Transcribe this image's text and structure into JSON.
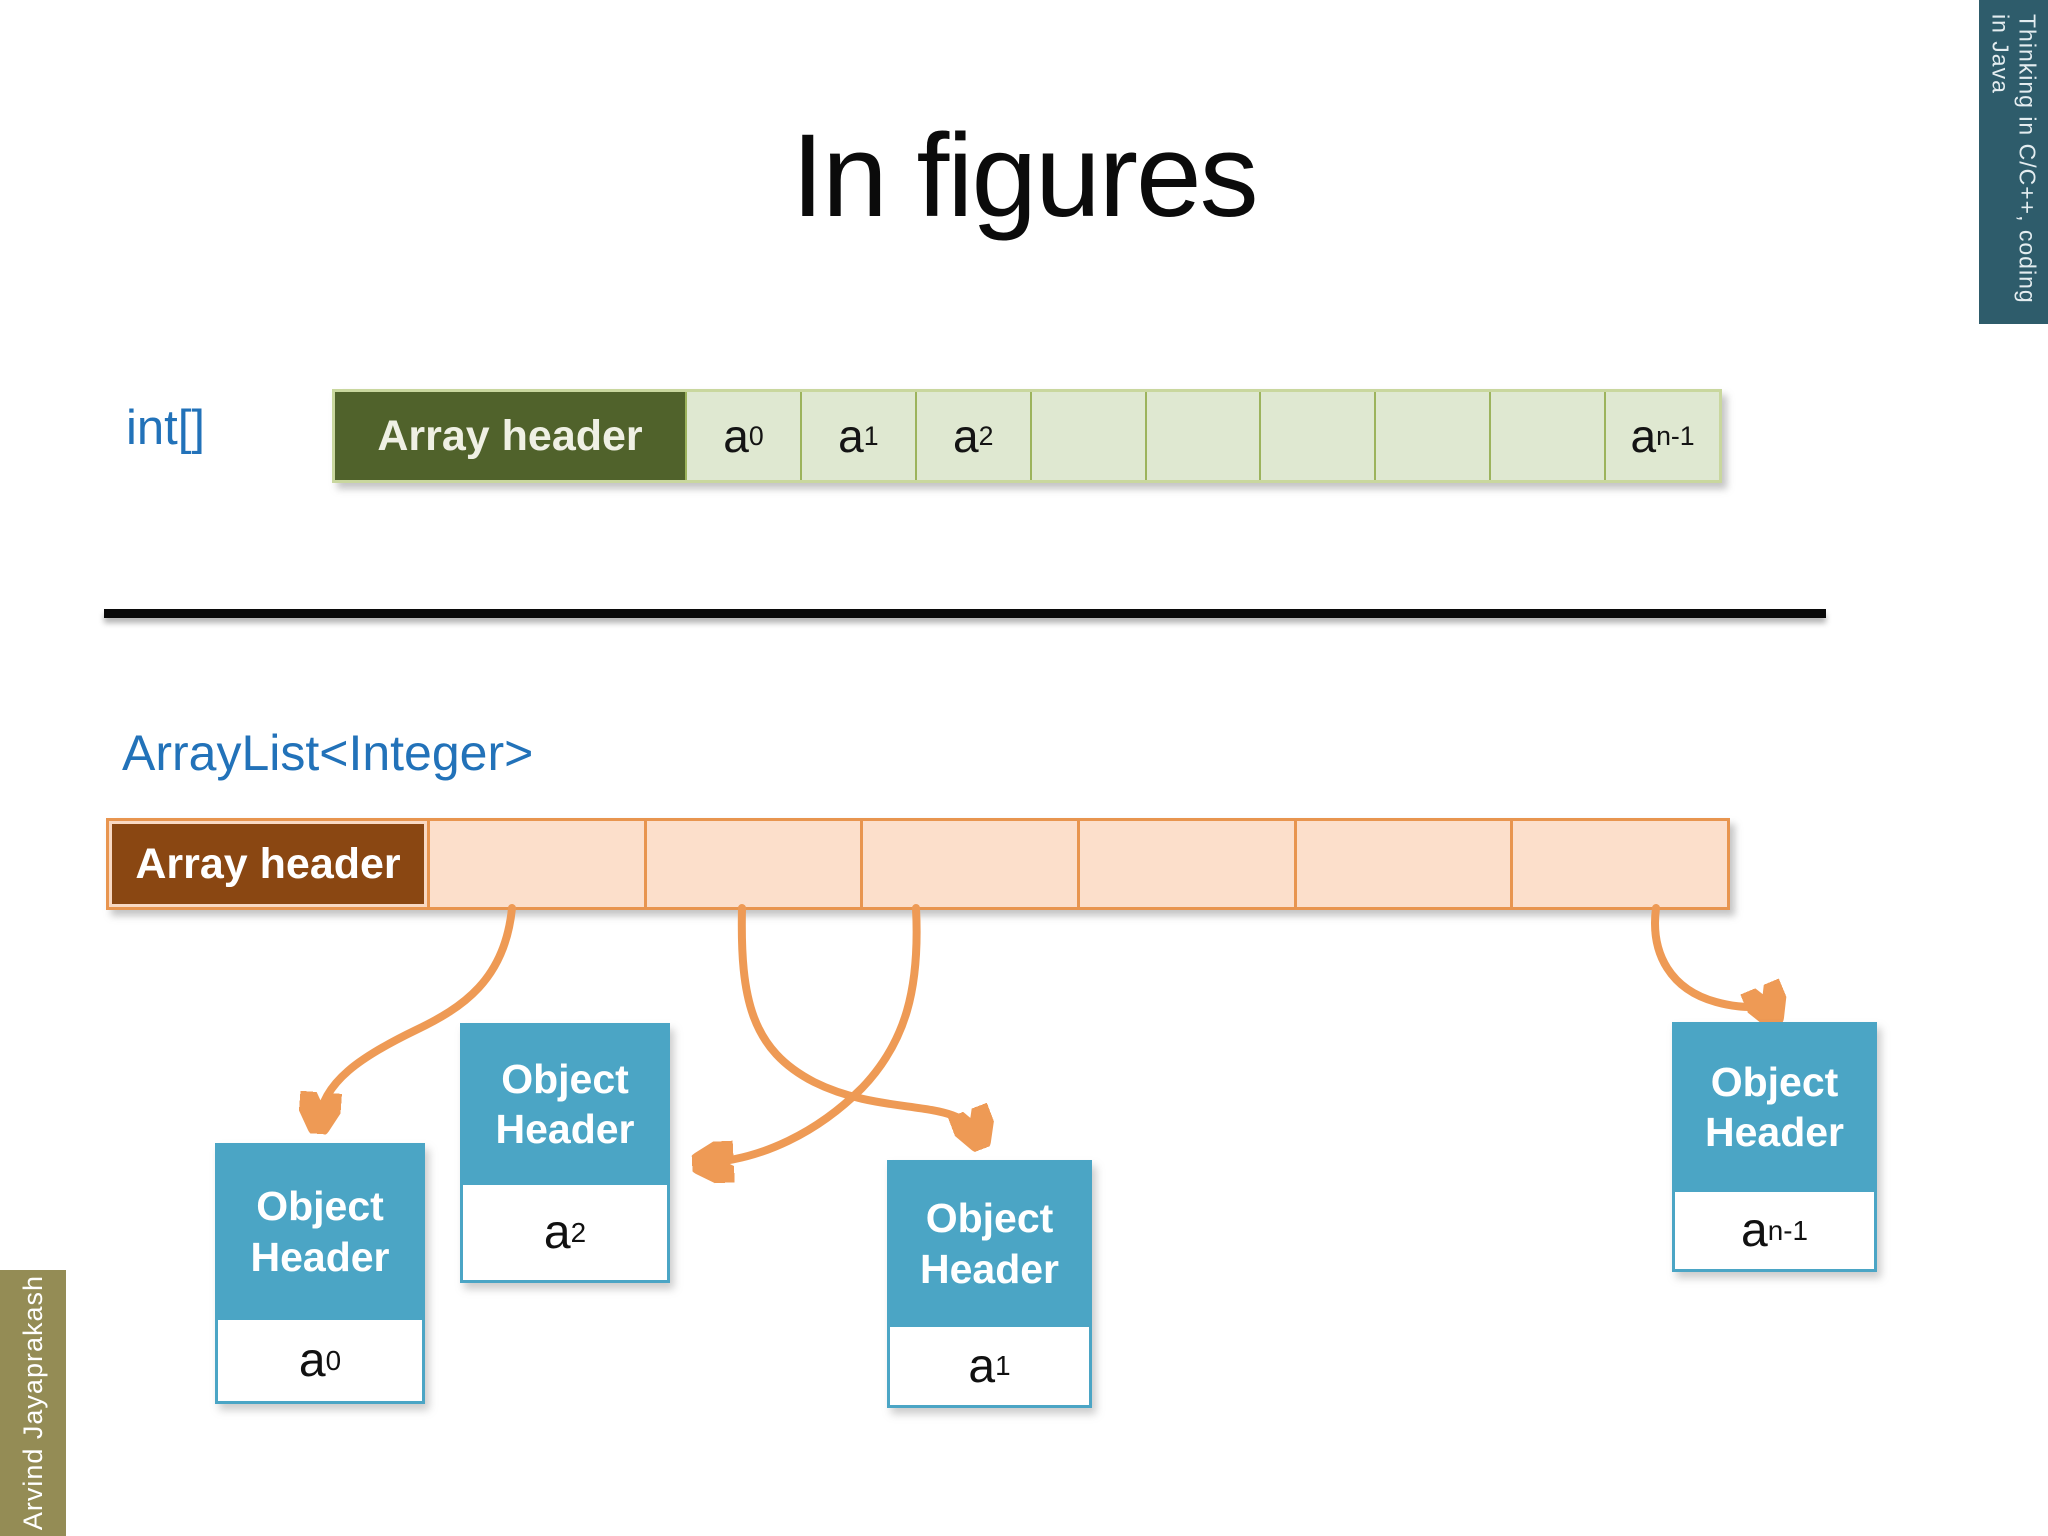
{
  "title": "In figures",
  "side_banners": {
    "right_text": "Thinking in C/C++, coding in Java",
    "left_text": "Arvind Jayaprakash"
  },
  "colors": {
    "accent_text": "#2272B9",
    "int_header_bg": "#50622B",
    "int_cell_bg": "#DFE8D1",
    "int_cell_border": "#9CB35C",
    "list_header_bg": "#8A4712",
    "list_cell_bg": "#FCDFCB",
    "list_cell_border": "#E8954F",
    "arrow": "#EE9A55",
    "object_bg": "#4BA5C5",
    "right_banner_bg": "#2E5C6B",
    "left_banner_bg": "#948C55"
  },
  "int_array": {
    "label": "int[]",
    "header_label": "Array header",
    "cells": [
      {
        "base": "a",
        "sub": "0"
      },
      {
        "base": "a",
        "sub": "1"
      },
      {
        "base": "a",
        "sub": "2"
      },
      {
        "base": "",
        "sub": ""
      },
      {
        "base": "",
        "sub": ""
      },
      {
        "base": "",
        "sub": ""
      },
      {
        "base": "",
        "sub": ""
      },
      {
        "base": "",
        "sub": ""
      },
      {
        "base": "a",
        "sub": "n-1"
      }
    ]
  },
  "array_list": {
    "label": "ArrayList<Integer>",
    "header_label": "Array header",
    "empty_cell_count": 6,
    "object_boxes": [
      {
        "header": "Object Header",
        "value_base": "a",
        "value_sub": "0"
      },
      {
        "header": "Object Header",
        "value_base": "a",
        "value_sub": "2"
      },
      {
        "header": "Object Header",
        "value_base": "a",
        "value_sub": "1"
      },
      {
        "header": "Object Header",
        "value_base": "a",
        "value_sub": "n-1"
      }
    ]
  }
}
